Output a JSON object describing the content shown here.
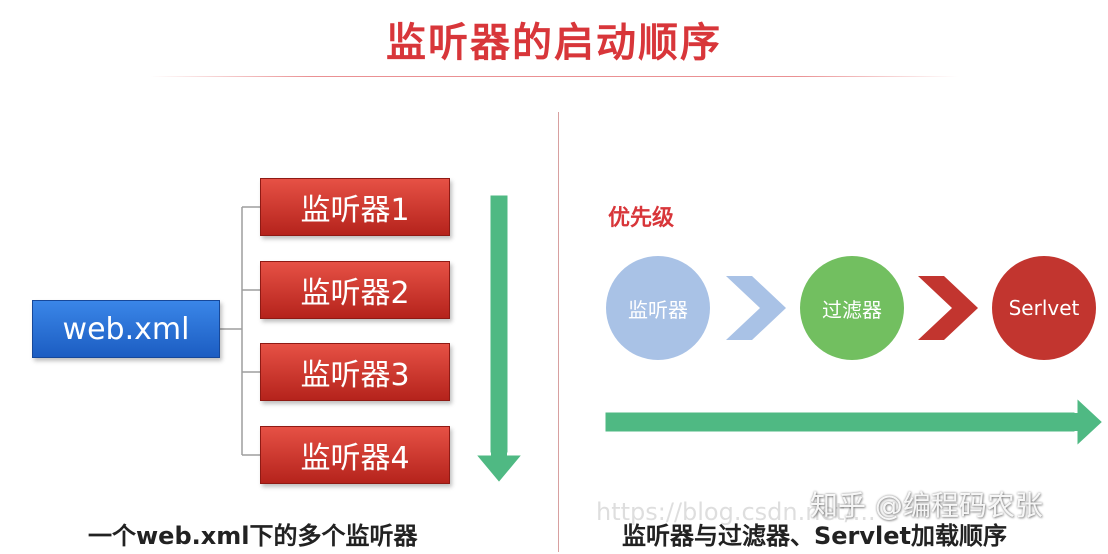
{
  "title": "监听器的启动顺序",
  "left": {
    "source_label": "web.xml",
    "listeners": [
      "监听器1",
      "监听器2",
      "监听器3",
      "监听器4"
    ],
    "caption": "一个web.xml下的多个监听器"
  },
  "right": {
    "priority_label": "优先级",
    "nodes": [
      "监听器",
      "过滤器",
      "Serlvet"
    ],
    "caption": "监听器与过滤器、Servlet加载顺序"
  },
  "watermark": "知乎 @编程码农张",
  "watermark_url": "https://blog.csdn.net/...",
  "colors": {
    "title": "#d8363a",
    "blue_box": "#1c5dc2",
    "red_box": "#c62f24",
    "green_arrow": "#4fb983",
    "circle_listener": "#a9c2e6",
    "circle_filter": "#72bf60",
    "circle_servlet": "#c2352f",
    "chevron_1": "#a9c2e6",
    "chevron_2": "#c2352f"
  }
}
